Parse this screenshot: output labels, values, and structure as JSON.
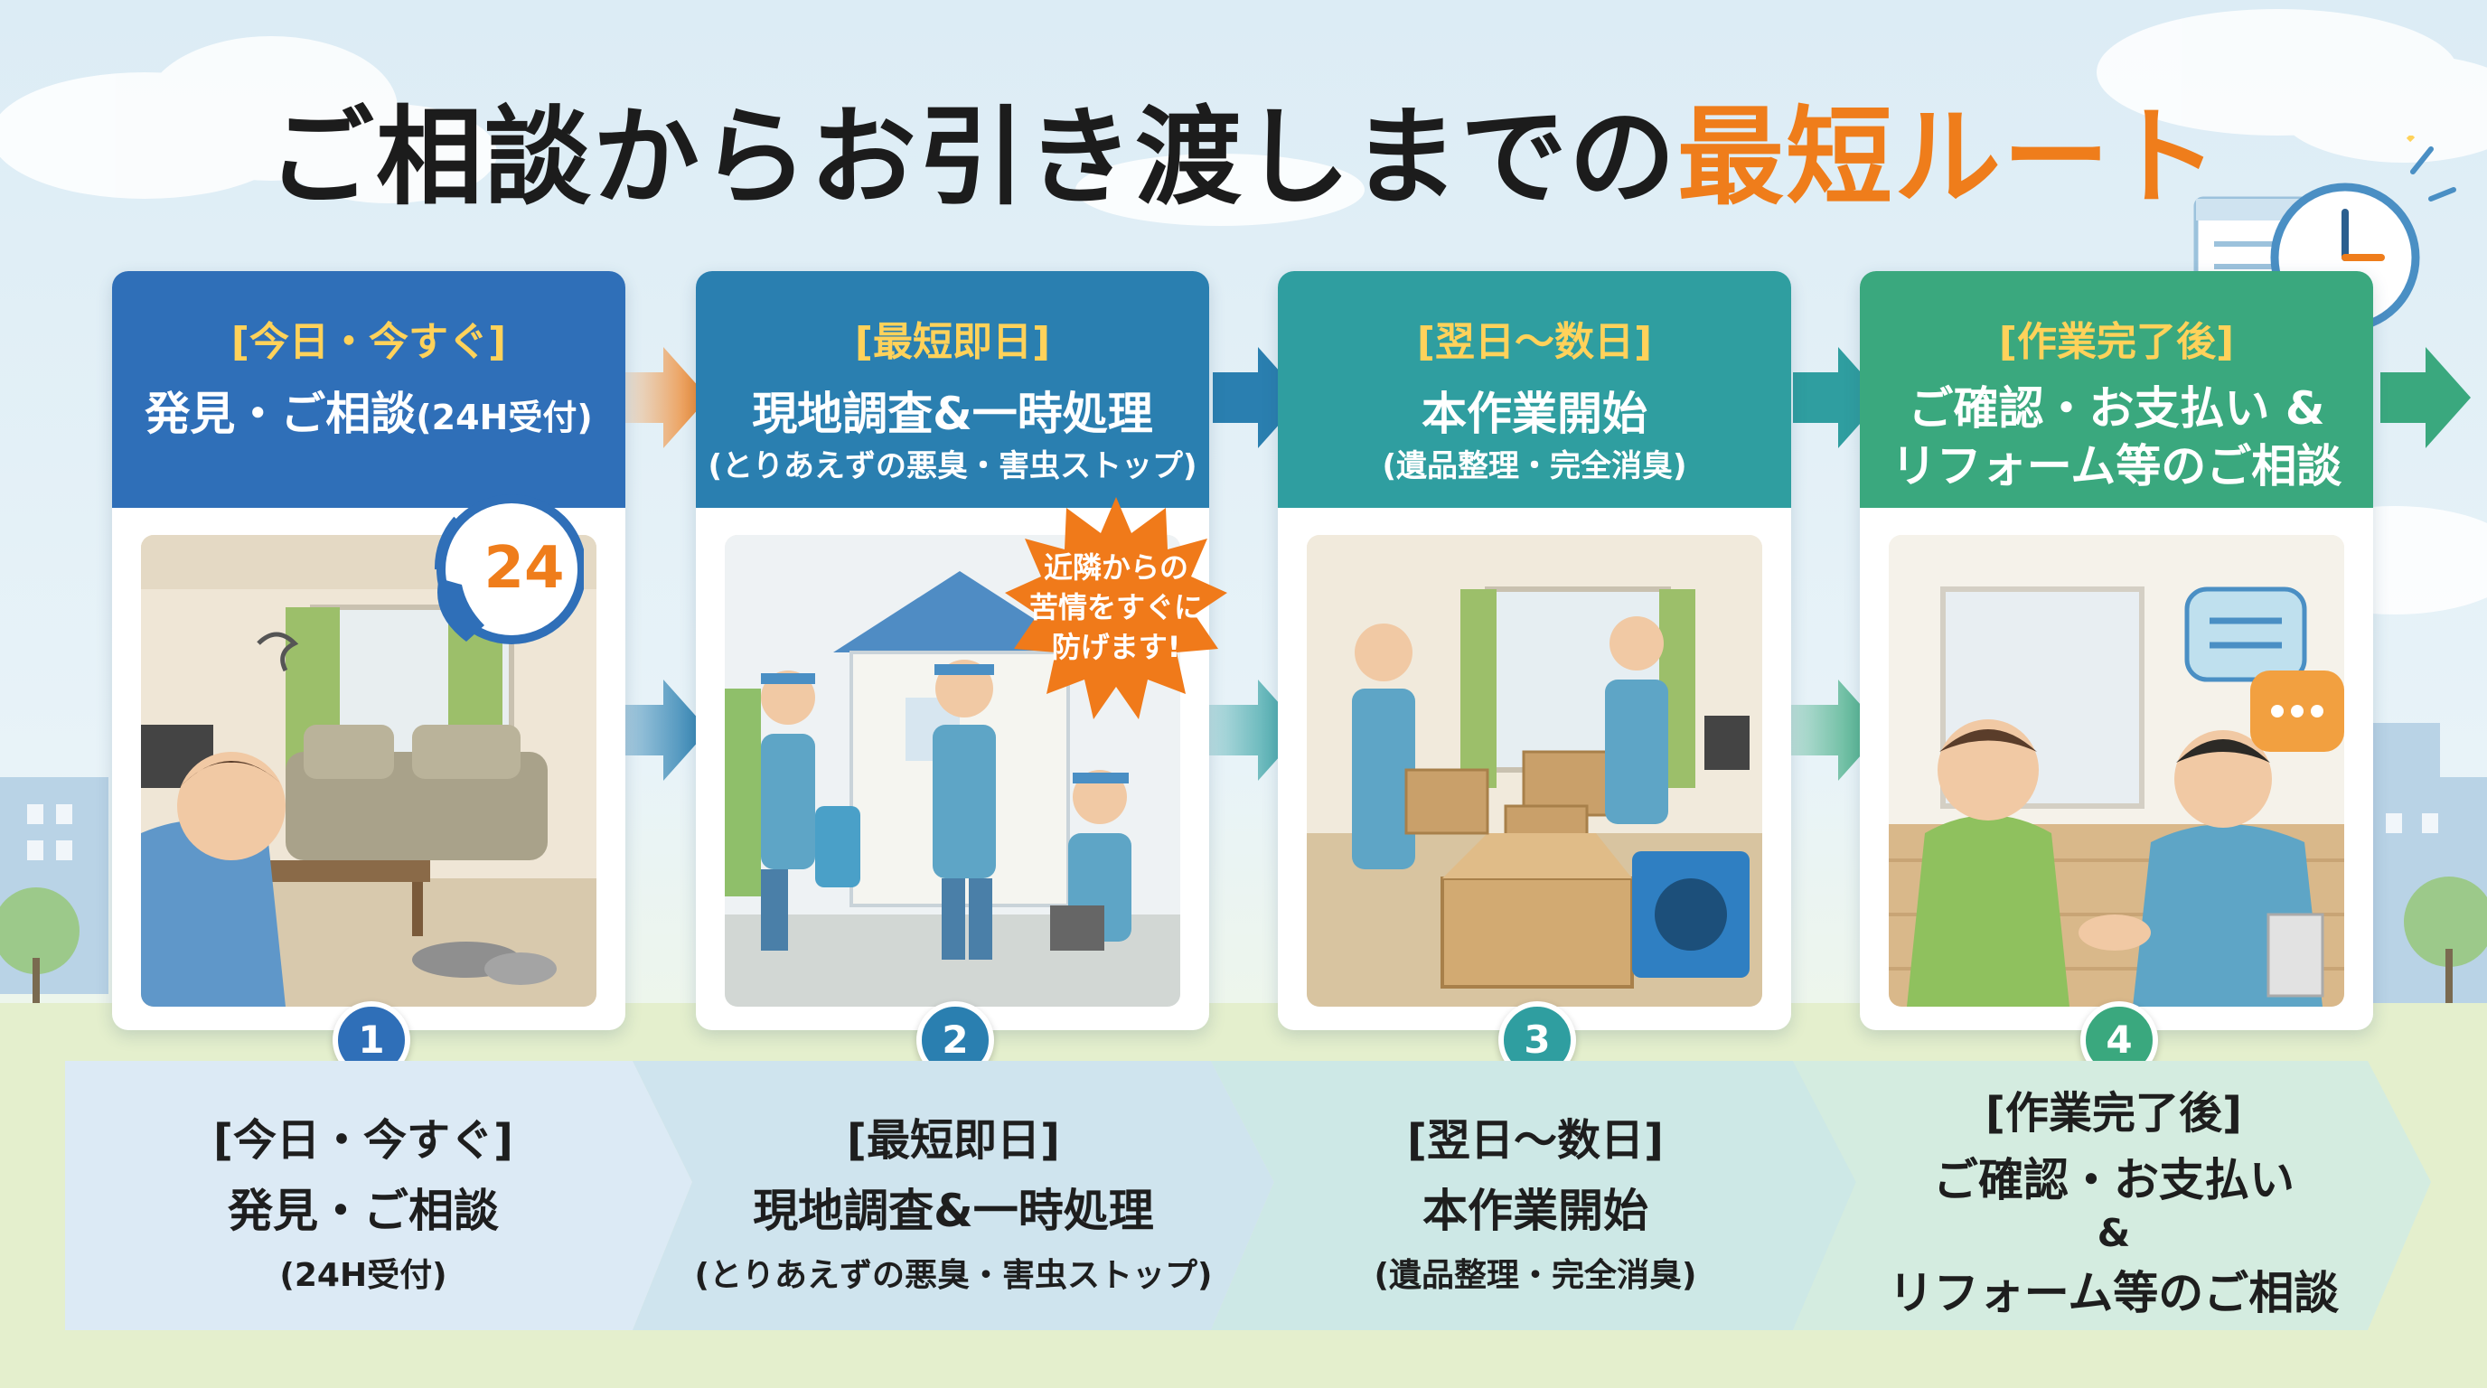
{
  "title": {
    "main": "ご相談からお引き渡しまでの",
    "accent": "最短ルート"
  },
  "colors": {
    "step1": "#2f6fb8",
    "step2": "#2a7fb0",
    "step3": "#2f9ea0",
    "step4": "#3aa87e",
    "accent": "#ef7d1b",
    "bracket": "#ffd25a"
  },
  "steps": [
    {
      "number": "1",
      "bracket": "[今日・今すぐ]",
      "title_line1": "発見・ご相談",
      "title_suffix": "(24H受付)",
      "bottom_bracket": "[今日・今すぐ]",
      "bottom_title": "発見・ご相談",
      "bottom_sub": "(24H受付)",
      "badge": "24"
    },
    {
      "number": "2",
      "bracket": "[最短即日]",
      "title_line1": "現地調査&一時処理",
      "sub": "(とりあえずの悪臭・害虫ストップ)",
      "bottom_bracket": "[最短即日]",
      "bottom_title": "現地調査&一時処理",
      "bottom_sub": "(とりあえずの悪臭・害虫ストップ)",
      "callout": [
        "近隣からの",
        "苦情をすぐに",
        "防げます!"
      ]
    },
    {
      "number": "3",
      "bracket": "[翌日〜数日]",
      "title_line1": "本作業開始",
      "sub": "(遺品整理・完全消臭)",
      "bottom_bracket": "[翌日〜数日]",
      "bottom_title": "本作業開始",
      "bottom_sub": "(遺品整理・完全消臭)"
    },
    {
      "number": "4",
      "bracket": "[作業完了後]",
      "title_line1": "ご確認・お支払い &",
      "title_line2": "リフォーム等のご相談",
      "bottom_bracket": "[作業完了後]",
      "bottom_title": "ご確認・お支払い",
      "bottom_amp": "&",
      "bottom_title2": "リフォーム等のご相談"
    }
  ]
}
